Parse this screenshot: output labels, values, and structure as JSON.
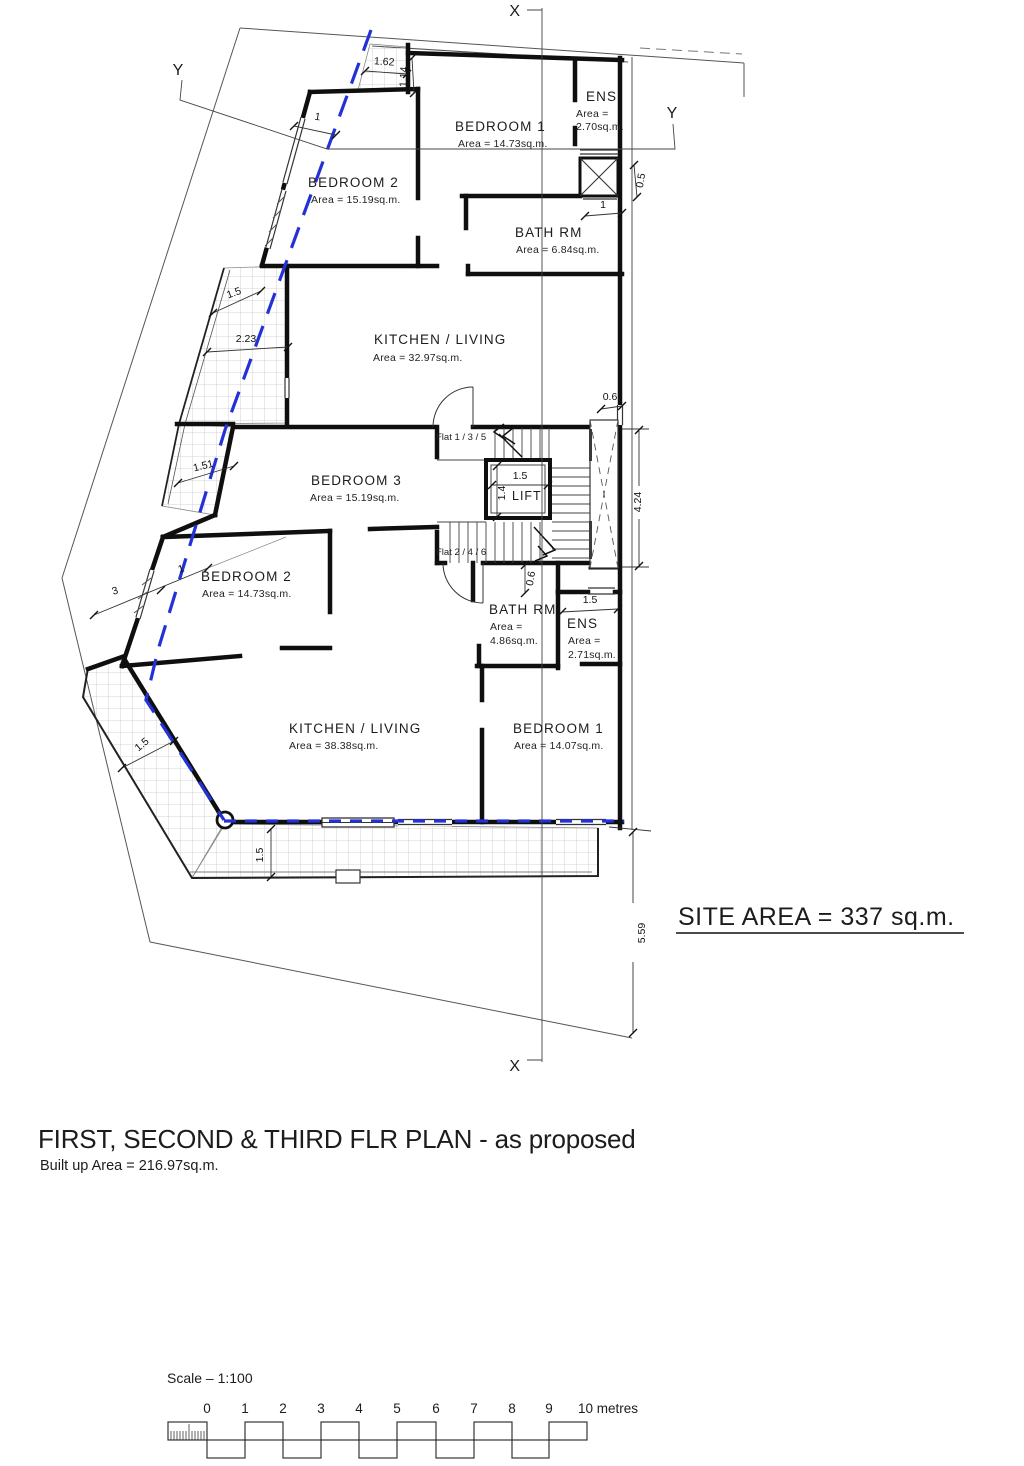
{
  "section_markers": {
    "x_top": "X",
    "x_bottom": "X",
    "y_left": "Y",
    "y_right": "Y"
  },
  "rooms": {
    "br1_upper": {
      "name": "BEDROOM 1",
      "area": "Area = 14.73sq.m."
    },
    "ens_upper": {
      "name": "ENS",
      "area_line1": "Area =",
      "area_line2": "2.70sq.m."
    },
    "br2_upper": {
      "name": "BEDROOM 2",
      "area": "Area = 15.19sq.m."
    },
    "bath_upper": {
      "name": "BATH RM",
      "area": "Area = 6.84sq.m."
    },
    "kitchen_upper": {
      "name": "KITCHEN / LIVING",
      "area": "Area = 32.97sq.m."
    },
    "br3": {
      "name": "BEDROOM 3",
      "area": "Area = 15.19sq.m."
    },
    "br2_lower": {
      "name": "BEDROOM 2",
      "area": "Area = 14.73sq.m."
    },
    "bath_lower": {
      "name": "BATH RM",
      "area_line1": "Area =",
      "area_line2": "4.86sq.m."
    },
    "ens_lower": {
      "name": "ENS",
      "area_line1": "Area =",
      "area_line2": "2.71sq.m."
    },
    "kitchen_lower": {
      "name": "KITCHEN / LIVING",
      "area": "Area = 38.38sq.m."
    },
    "br1_lower": {
      "name": "BEDROOM 1",
      "area": "Area = 14.07sq.m."
    }
  },
  "core": {
    "lift": "LIFT",
    "flat_upper": "Flat 1 / 3 / 5",
    "flat_lower": "Flat 2 / 4 / 6"
  },
  "dims": {
    "top_balcony_width": "1.62",
    "top_balcony_depth": "1.14",
    "duct_top": "0.5",
    "bath_upper_door": "1",
    "br2_upper_window": "1",
    "balcony_width": "1.5",
    "balcony_length": "2.23",
    "balcony_length_2": "1.51",
    "br2_lower_span": "3",
    "br2_lower_window": "1",
    "lift_width": "1.5",
    "lift_depth": "1.4",
    "stairwell_length": "4.24",
    "duct_right": "0.6",
    "bath_lower_recess": "0.6",
    "ens_lower_width": "1.5",
    "lower_balcony_width": "1.5",
    "terrace_depth": "1.5",
    "rear_setback": "5.59"
  },
  "annotations": {
    "site_area": "SITE AREA = 337 sq.m.",
    "title": "FIRST, SECOND & THIRD FLR PLAN - as proposed",
    "built_up": "Built up Area = 216.97sq.m."
  },
  "scale_bar": {
    "label": "Scale  –  1:100",
    "ticks": [
      "0",
      "1",
      "2",
      "3",
      "4",
      "5",
      "6",
      "7",
      "8",
      "9"
    ],
    "end_label": "10 metres"
  }
}
